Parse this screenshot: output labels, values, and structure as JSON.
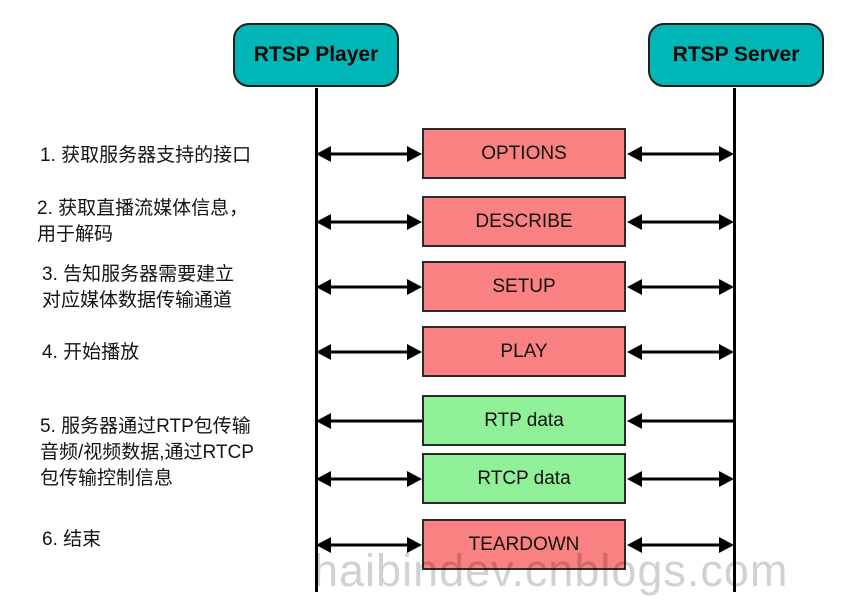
{
  "diagram": {
    "actors": {
      "player": "RTSP Player",
      "server": "RTSP Server"
    },
    "steps": [
      {
        "text": "1. 获取服务器支持的接口"
      },
      {
        "text": "2. 获取直播流媒体信息，\n用于解码"
      },
      {
        "text": "3. 告知服务器需要建立\n对应媒体数据传输通道"
      },
      {
        "text": "4. 开始播放"
      },
      {
        "text": "5. 服务器通过RTP包传输\n音频/视频数据,通过RTCP\n包传输控制信息"
      },
      {
        "text": "6. 结束"
      }
    ],
    "messages": [
      {
        "label": "OPTIONS",
        "type": "request",
        "direction": "bidirectional"
      },
      {
        "label": "DESCRIBE",
        "type": "request",
        "direction": "bidirectional"
      },
      {
        "label": "SETUP",
        "type": "request",
        "direction": "bidirectional"
      },
      {
        "label": "PLAY",
        "type": "request",
        "direction": "bidirectional"
      },
      {
        "label": "RTP data",
        "type": "data",
        "direction": "server-to-player"
      },
      {
        "label": "RTCP data",
        "type": "data",
        "direction": "bidirectional"
      },
      {
        "label": "TEARDOWN",
        "type": "request",
        "direction": "bidirectional"
      }
    ],
    "watermark": "haibindev.cnblogs.com",
    "colors": {
      "actor_fill": "#00B6B6",
      "request_fill": "#FA8181",
      "data_fill": "#90F098",
      "border": "#2A2A2A",
      "arrow": "#000000",
      "watermark_gray": "#CFCFCF"
    }
  }
}
